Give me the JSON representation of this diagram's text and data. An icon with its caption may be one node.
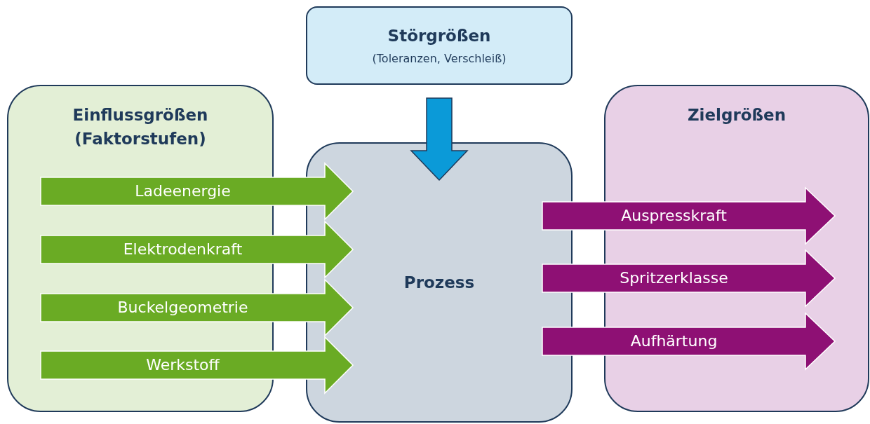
{
  "diagram": {
    "nodes": [
      {
        "text": [
          "Störgrößen",
          "(Toleranzen, Verschleiß)"
        ]
      },
      {
        "text": [
          "Einflussgrößen (Faktorstufen)"
        ]
      },
      {
        "text": [
          "Prozess"
        ]
      },
      {
        "text": [
          "Zielgrößen"
        ]
      }
    ],
    "edges": [
      {
        "from": 0,
        "to": 2,
        "arrow": "to"
      },
      {
        "from": null,
        "to": 2,
        "arrow": "to",
        "label": "Ladeenergie"
      },
      {
        "from": null,
        "to": 2,
        "arrow": "to",
        "label": "Elektrodenkraft"
      },
      {
        "from": null,
        "to": 2,
        "arrow": "to",
        "label": "Buckelgeometrie"
      },
      {
        "from": null,
        "to": 2,
        "arrow": "to",
        "label": "Werkstoff"
      },
      {
        "from": 2,
        "to": null,
        "arrow": "to",
        "label": "Auspresskraft"
      },
      {
        "from": 2,
        "to": null,
        "arrow": "to",
        "label": "Spritzerklasse"
      },
      {
        "from": 2,
        "to": null,
        "arrow": "to",
        "label": "Aufhärtung"
      }
    ]
  }
}
